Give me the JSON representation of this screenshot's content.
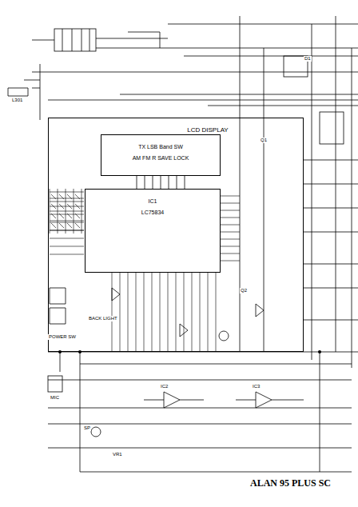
{
  "diagram": {
    "title": "ALAN 95 PLUS SC",
    "nodes": [
      {
        "text": [
          "LCD DISPLAY"
        ]
      },
      {
        "text": [
          "TX LSB Band SW",
          "AM FM R SAVE LOCK"
        ],
        "in": 0
      },
      {
        "text": [
          "IC1",
          "LC75834"
        ],
        "in": 0
      }
    ],
    "edges": [
      {
        "from": 1,
        "to": 2,
        "arrow": "none"
      }
    ],
    "labels": [
      "POWER SW",
      "BACK LIGHT",
      "L301",
      "Q1",
      "Q2",
      "IC2",
      "IC3",
      "D1",
      "VR1",
      "SP",
      "MIC"
    ]
  }
}
